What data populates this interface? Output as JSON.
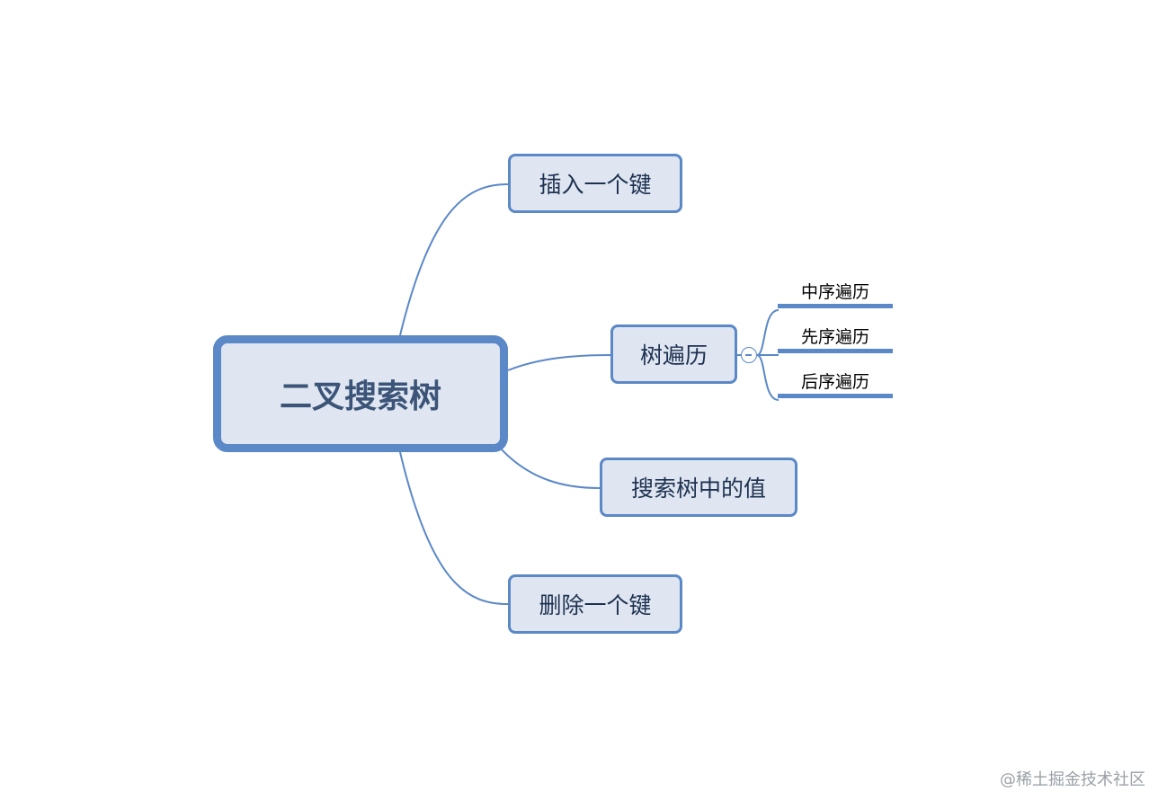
{
  "mindmap": {
    "root": "二叉搜索树",
    "branches": {
      "insert": "插入一个键",
      "traverse": "树遍历",
      "search": "搜索树中的值",
      "delete": "删除一个键"
    },
    "traverse_children": [
      "中序遍历",
      "先序遍历",
      "后序遍历"
    ]
  },
  "watermark": "@稀土掘金技术社区",
  "colors": {
    "node_fill": "#dfe6f1",
    "node_border": "#5b88c7",
    "connector": "#5b88c7",
    "root_text": "#3b5478",
    "node_text": "#1e3150"
  }
}
